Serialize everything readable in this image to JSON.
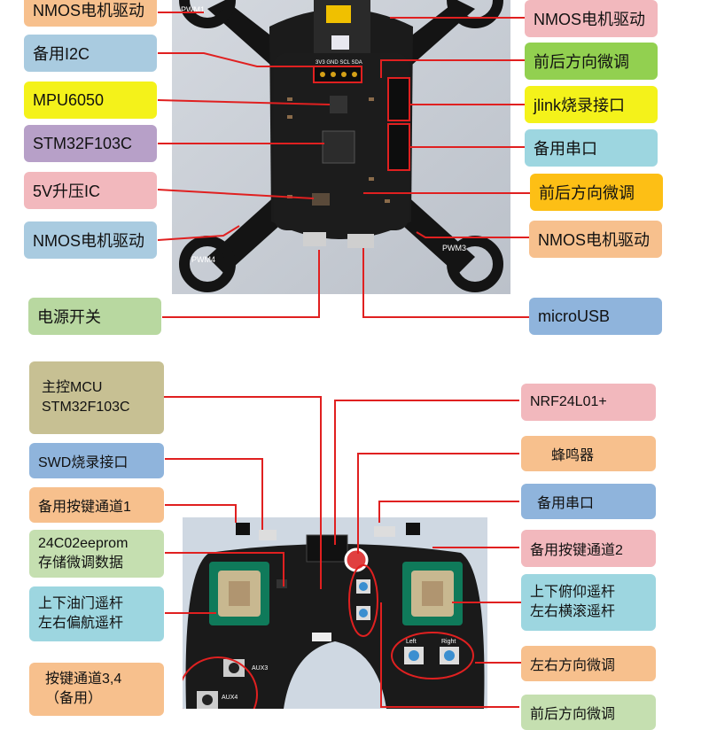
{
  "top_section": {
    "left_labels": [
      "NMOS电机驱动",
      "备用I2C",
      "MPU6050",
      "STM32F103C",
      "5V升压IC",
      "NMOS电机驱动",
      "电源开关"
    ],
    "right_labels": [
      "NMOS电机驱动",
      "前后方向微调",
      "jlink烧录接口",
      "备用串口",
      "前后方向微调",
      "NMOS电机驱动",
      "microUSB"
    ],
    "board_markings": {
      "header_pins": "3V3 GND SCL SDA",
      "motor_tl": "PWM1",
      "motor_bl": "PWM4",
      "motor_br": "PWM3"
    }
  },
  "bottom_section": {
    "left_labels": [
      {
        "line1": "主控MCU",
        "line2": "STM32F103C"
      },
      {
        "line1": "SWD烧录接口"
      },
      {
        "line1": "备用按键通道1"
      },
      {
        "line1": "24C02eeprom",
        "line2": "存储微调数据"
      },
      {
        "line1": "上下油门遥杆",
        "line2": "左右偏航遥杆"
      },
      {
        "line1": "按键通道3,4",
        "line2": "（备用）"
      }
    ],
    "right_labels": [
      {
        "line1": "NRF24L01+"
      },
      {
        "line1": "蜂鸣器"
      },
      {
        "line1": "备用串口"
      },
      {
        "line1": "备用按键通道2"
      },
      {
        "line1": "上下俯仰遥杆",
        "line2": "左右横滚遥杆"
      },
      {
        "line1": "左右方向微调"
      },
      {
        "line1": "前后方向微调"
      }
    ],
    "board_markings": {
      "btn_left": "Left",
      "btn_right": "Right",
      "aux3": "AUX3",
      "aux4": "AUX4"
    }
  },
  "colors": {
    "line": "#e02020",
    "board": "#1a1a1a",
    "board_bg": "#c8ced6"
  }
}
